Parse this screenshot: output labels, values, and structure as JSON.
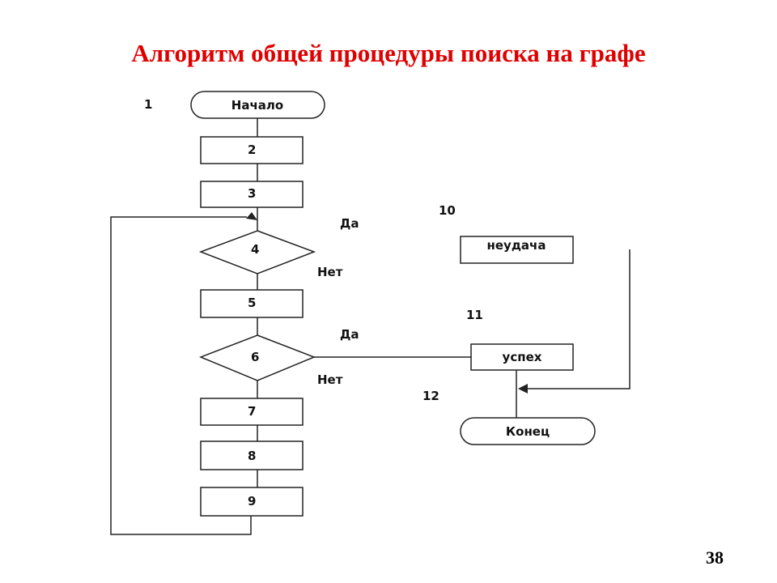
{
  "title": "Алгоритм общей процедуры поиска на графе",
  "page_number": "38",
  "flowchart": {
    "start": {
      "number": "1",
      "text": "Начало"
    },
    "block2": "2",
    "block3": "3",
    "decision4": "4",
    "decision4_yes": "Да",
    "decision4_no": "Нет",
    "block5": "5",
    "decision6": "6",
    "decision6_yes": "Да",
    "decision6_no": "Нет",
    "block7": "7",
    "block8": "8",
    "block9": "9",
    "failure": {
      "number": "10",
      "text": "неудача"
    },
    "success": {
      "number": "11",
      "text": "успех"
    },
    "end": {
      "number": "12",
      "text": "Конец"
    }
  }
}
